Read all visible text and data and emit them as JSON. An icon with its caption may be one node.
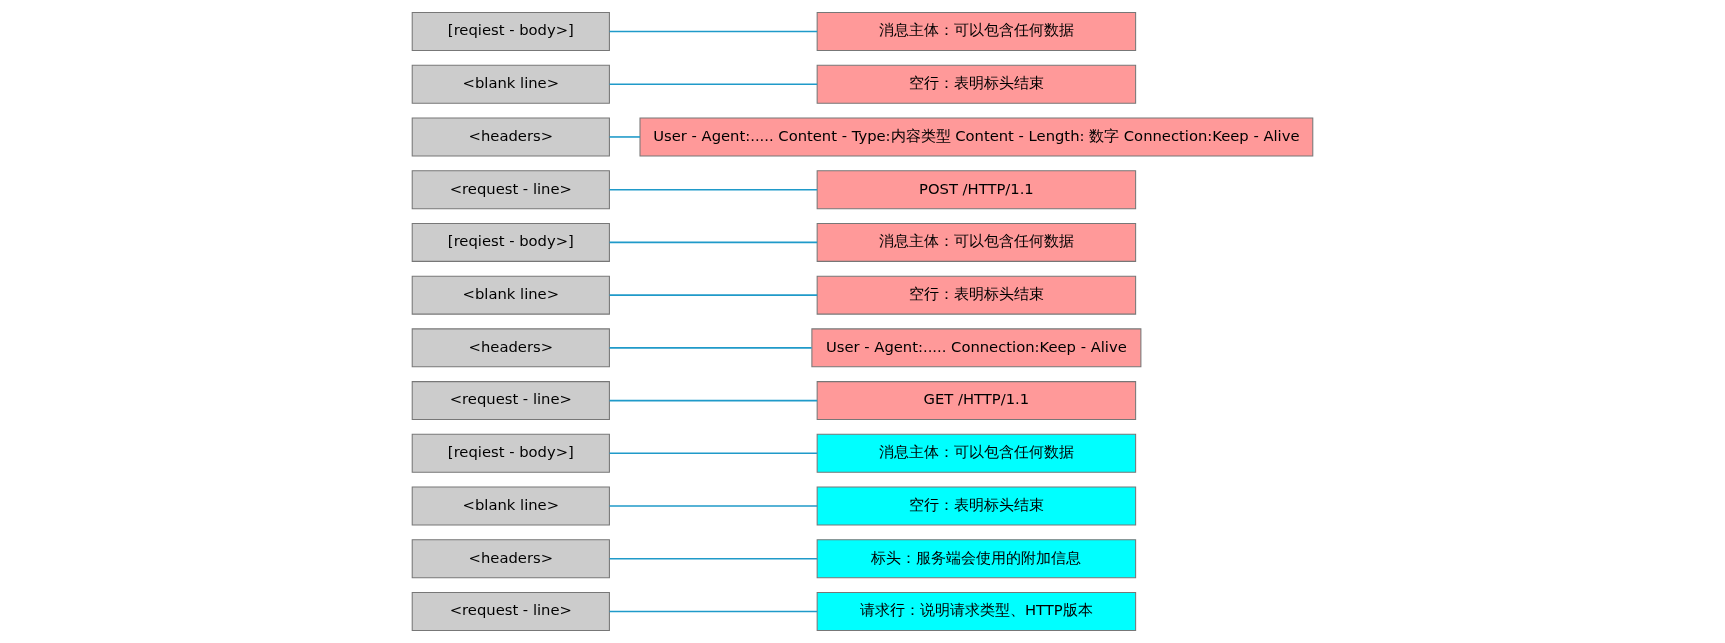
{
  "diagram": {
    "nodes": [
      {
        "text": [
          "<request - line>"
        ]
      },
      {
        "text": [
          "请求行：说明请求类型、HTTP版本"
        ]
      },
      {
        "text": [
          "<headers>"
        ]
      },
      {
        "text": [
          "标头：服务端会使用的附加信息"
        ]
      },
      {
        "text": [
          "<blank line>"
        ]
      },
      {
        "text": [
          "空行：表明标头结束"
        ]
      },
      {
        "text": [
          "[reqiest - body>]"
        ]
      },
      {
        "text": [
          "消息主体：可以包含任何数据"
        ]
      },
      {
        "text": [
          "<request - line>"
        ]
      },
      {
        "text": [
          "GET /HTTP/1.1"
        ]
      },
      {
        "text": [
          "<headers>"
        ]
      },
      {
        "text": [
          "User - Agent:..... Connection:Keep - Alive"
        ]
      },
      {
        "text": [
          "<blank line>"
        ]
      },
      {
        "text": [
          "空行：表明标头结束"
        ]
      },
      {
        "text": [
          "[reqiest - body>]"
        ]
      },
      {
        "text": [
          "消息主体：可以包含任何数据"
        ]
      },
      {
        "text": [
          "<request - line>"
        ]
      },
      {
        "text": [
          "POST /HTTP/1.1"
        ]
      },
      {
        "text": [
          "<headers>"
        ]
      },
      {
        "text": [
          "User - Agent:..... Content - Type:内容类型 Content - Length: 数字 Connection:Keep - Alive"
        ]
      },
      {
        "text": [
          "<blank line>"
        ]
      },
      {
        "text": [
          "空行：表明标头结束"
        ]
      },
      {
        "text": [
          "[reqiest - body>]"
        ]
      },
      {
        "text": [
          "消息主体：可以包含任何数据"
        ]
      }
    ],
    "edges": [
      {
        "from": 0,
        "to": 1,
        "arrow": "none"
      },
      {
        "from": 2,
        "to": 3,
        "arrow": "none"
      },
      {
        "from": 4,
        "to": 5,
        "arrow": "none"
      },
      {
        "from": 6,
        "to": 7,
        "arrow": "none"
      },
      {
        "from": 8,
        "to": 9,
        "arrow": "none"
      },
      {
        "from": 10,
        "to": 11,
        "arrow": "none"
      },
      {
        "from": 12,
        "to": 13,
        "arrow": "none"
      },
      {
        "from": 14,
        "to": 15,
        "arrow": "none"
      },
      {
        "from": 16,
        "to": 17,
        "arrow": "none"
      },
      {
        "from": 18,
        "to": 19,
        "arrow": "none"
      },
      {
        "from": 20,
        "to": 21,
        "arrow": "none"
      },
      {
        "from": 22,
        "to": 23,
        "arrow": "none"
      }
    ]
  }
}
